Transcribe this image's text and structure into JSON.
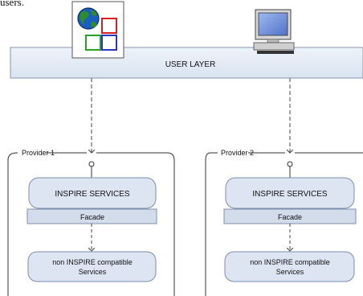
{
  "header_fragment": "users.",
  "user_layer": {
    "label": "USER LAYER"
  },
  "providers": [
    {
      "label": "Provider 1",
      "services_label": "INSPIRE SERVICES",
      "facade_label": "Facade",
      "legacy_line1": "non INSPIRE compatible",
      "legacy_line2": "Services"
    },
    {
      "label": "Provider 2",
      "services_label": "INSPIRE SERVICES",
      "facade_label": "Facade",
      "legacy_line1": "non INSPIRE compatible",
      "legacy_line2": "Services"
    }
  ],
  "icons": {
    "map_client": "map-client-icon",
    "computer": "computer-icon"
  },
  "colors": {
    "layer_fill": "#e3ebf6",
    "layer_stroke": "#8496b0",
    "box_fill": "#dde5f2",
    "box_stroke": "#7d8ea8",
    "facade_fill": "#d3dceb",
    "globe_blue": "#1a5fbf",
    "globe_green": "#2e8b2e"
  }
}
